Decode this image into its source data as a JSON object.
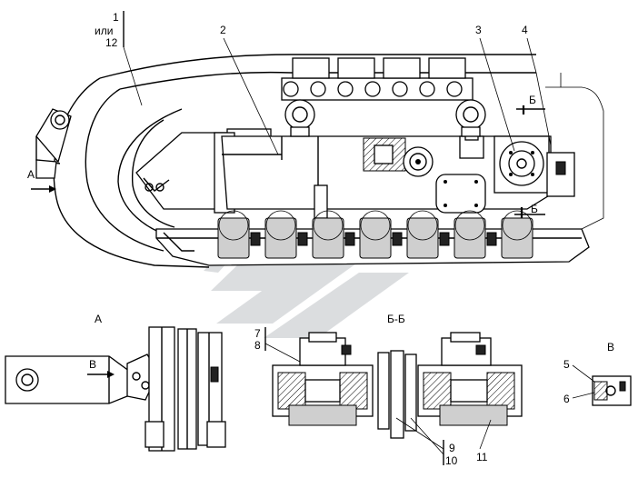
{
  "callouts": {
    "c1": "1",
    "c_ili": "или",
    "c12": "12",
    "c2": "2",
    "c3": "3",
    "c4": "4",
    "c5": "5",
    "c6": "6",
    "c7": "7",
    "c8": "8",
    "c9": "9",
    "c10": "10",
    "c11": "11"
  },
  "views": {
    "arrow_a": "А",
    "view_a_title": "А",
    "view_bb_title": "Б-Б",
    "view_v_title": "В",
    "section_b_top": "Б",
    "section_b_bottom": "Б",
    "arrow_v": "В"
  }
}
